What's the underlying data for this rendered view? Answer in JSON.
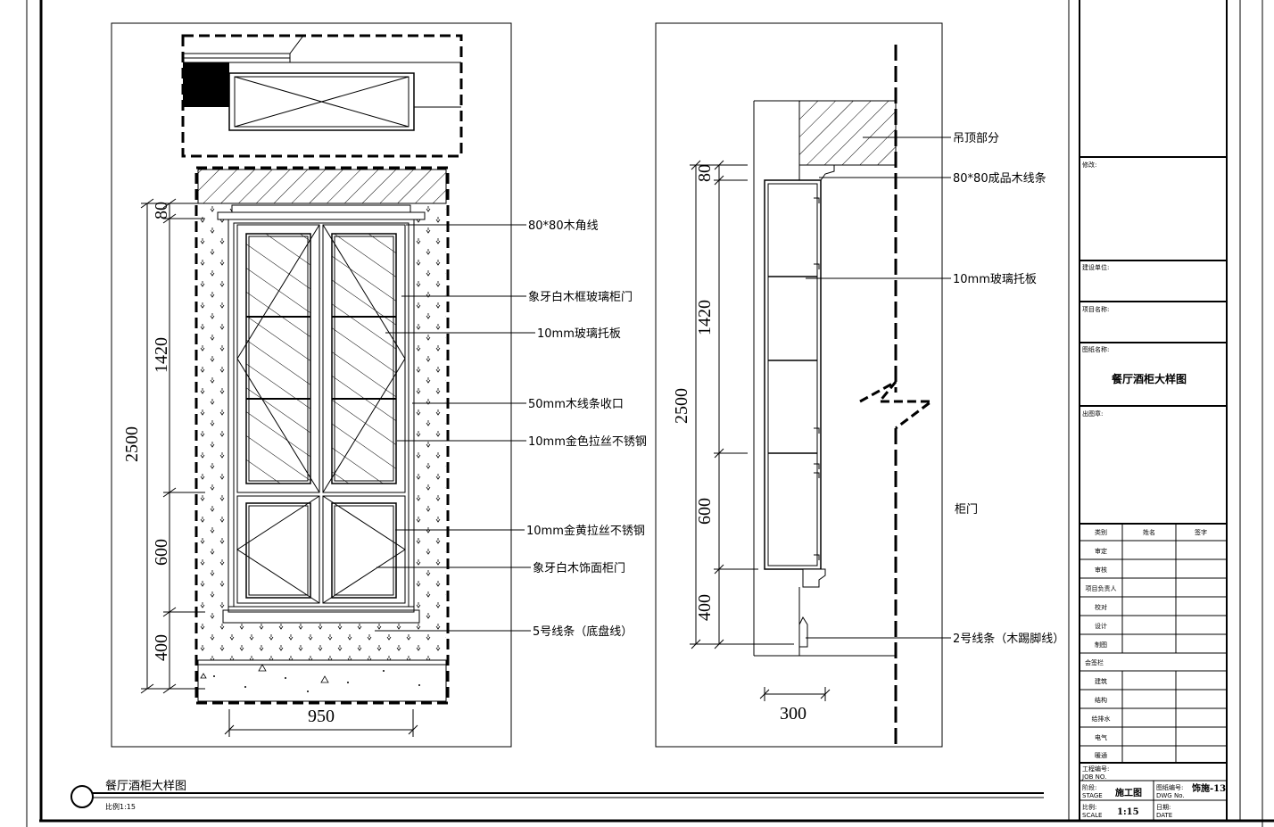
{
  "drawing_title": "餐厅酒柜大样图",
  "scale_label": "比例1:15",
  "front_view": {
    "dims_left": [
      "80",
      "1420",
      "600",
      "400"
    ],
    "dim_total": "2500",
    "dim_width": "950",
    "labels": [
      "80*80木角线",
      "象牙白木框玻璃柜门",
      "10mm玻璃托板",
      "50mm木线条收口",
      "10mm金色拉丝不锈钢",
      "10mm金黄拉丝不锈钢",
      "象牙白木饰面柜门",
      "5号线条（底盘线）"
    ]
  },
  "side_view": {
    "dims_left": [
      "80",
      "1420",
      "600",
      "400"
    ],
    "dim_total": "2500",
    "dim_depth": "300",
    "labels": [
      "吊顶部分",
      "80*80成品木线条",
      "10mm玻璃托板",
      "柜门",
      "2号线条（木踢脚线）"
    ]
  },
  "title_block": {
    "revision": "修改:",
    "client": "建设单位:",
    "project_name": "项目名称:",
    "drawing_name_label": "图纸名称:",
    "drawing_name": "餐厅酒柜大样图",
    "stamp": "出图章:",
    "table_headers": [
      "类别",
      "姓名",
      "签字"
    ],
    "roles": [
      "审定",
      "审核",
      "项目负责人",
      "校对",
      "设计",
      "制图"
    ],
    "sign_header": "会签栏",
    "disciplines": [
      "建筑",
      "结构",
      "给排水",
      "电气",
      "暖通"
    ],
    "job_no": "工程编号:",
    "job_no_en": "JOB NO.",
    "stage": "阶段:",
    "stage_en": "STAGE",
    "stage_value": "施工图",
    "dwg_no": "图纸编号:",
    "dwg_no_en": "DWG No.",
    "dwg_no_value": "饰施-13",
    "scale": "比例:",
    "scale_en": "SCALE",
    "scale_value": "1:15",
    "date": "日期:",
    "date_en": "DATE"
  }
}
